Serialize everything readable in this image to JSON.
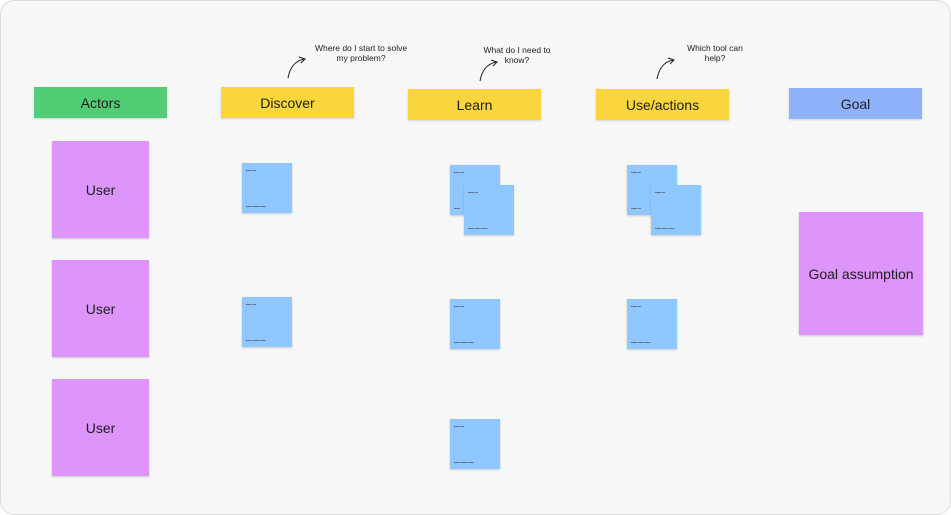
{
  "headers": {
    "actors": "Actors",
    "discover": "Discover",
    "learn": "Learn",
    "use_actions": "Use/actions",
    "goal": "Goal"
  },
  "questions": {
    "discover_line1": "Where do I start to solve",
    "discover_line2": "my problem?",
    "learn_line1": "What do I need to",
    "learn_line2": "know?",
    "use_line1": "Which tool can",
    "use_line2": "help?"
  },
  "actors": {
    "user1": "User",
    "user2": "User",
    "user3": "User"
  },
  "goal_assumption": "Goal assumption",
  "colors": {
    "actors_header": "#52cd75",
    "step_header": "#f9d63d",
    "goal_header": "#8fb2fb",
    "purple_sticky": "#dd94fb",
    "blue_note": "#8fc7ff",
    "board_background": "#f7f7f7"
  }
}
